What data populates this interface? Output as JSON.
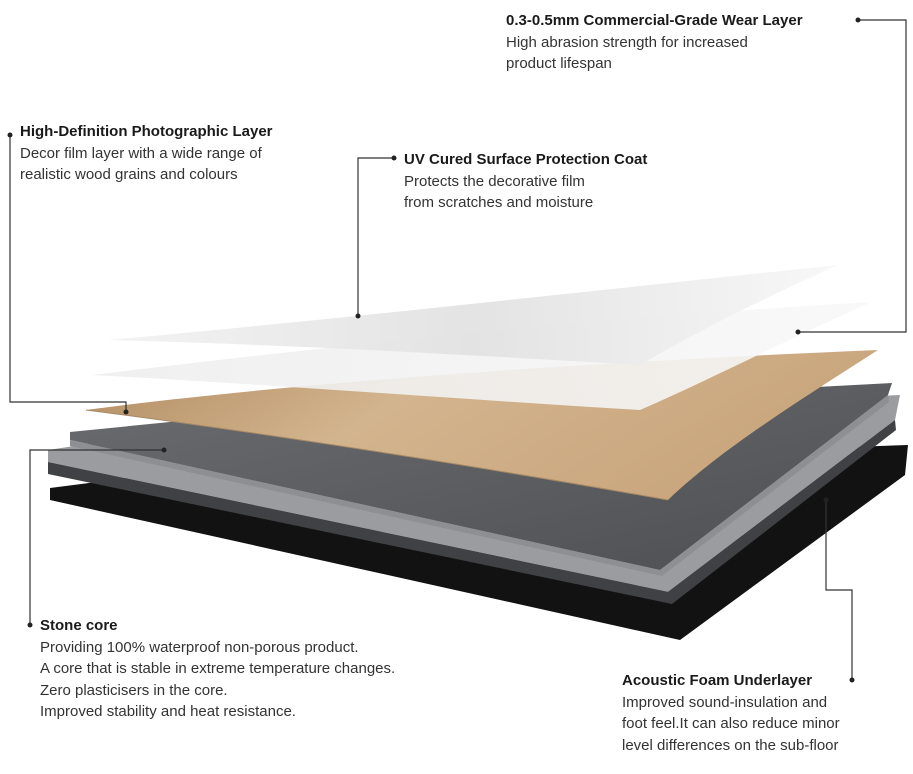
{
  "callouts": {
    "wear_layer": {
      "title": "0.3-0.5mm Commercial-Grade Wear Layer",
      "lines": [
        "High abrasion strength for increased",
        "product lifespan"
      ]
    },
    "photographic_layer": {
      "title": "High-Definition Photographic Layer",
      "lines": [
        "Decor film layer with a wide range of",
        "realistic wood grains and colours"
      ]
    },
    "uv_coat": {
      "title": "UV Cured Surface Protection Coat",
      "lines": [
        "Protects the decorative film",
        "from scratches and moisture"
      ]
    },
    "stone_core": {
      "title": "Stone core",
      "lines": [
        "Providing 100% waterproof non-porous product.",
        "A core that is stable in extreme temperature changes.",
        "Zero plasticisers in the core.",
        "Improved stability and heat resistance."
      ]
    },
    "foam_underlayer": {
      "title": "Acoustic Foam Underlayer",
      "lines": [
        "Improved sound-insulation and",
        "foot feel.It can also reduce minor",
        "level differences on the sub-floor"
      ]
    }
  },
  "colors": {
    "leader": "#333333",
    "foam": "#141414",
    "core": "#5a5c5f",
    "core_edge": "#8c8e91",
    "wood": "#c8a983",
    "film": "#e8e8e8"
  }
}
